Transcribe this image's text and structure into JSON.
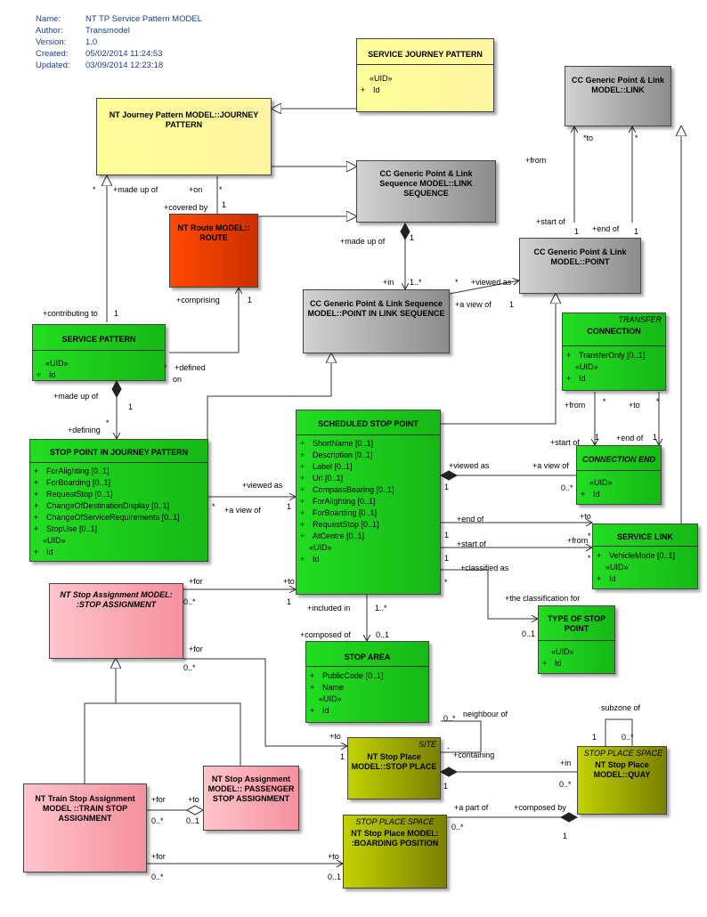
{
  "metadata": [
    {
      "key": "Name:",
      "value": "NT TP Service Pattern MODEL"
    },
    {
      "key": "Author:",
      "value": "Transmodel"
    },
    {
      "key": "Version:",
      "value": "1.0"
    },
    {
      "key": "Created:",
      "value": "05/02/2014 11:24:53"
    },
    {
      "key": "Updated:",
      "value": "03/09/2014 12:23:18"
    }
  ],
  "classes": {
    "service_journey_pattern": {
      "title": "SERVICE JOURNEY PATTERN",
      "uid": "«UID»",
      "id": "Id"
    },
    "journey_pattern": {
      "title": "NT Journey Pattern MODEL::JOURNEY PATTERN"
    },
    "cc_link": {
      "title": "CC Generic Point & Link MODEL::LINK"
    },
    "cc_link_sequence": {
      "title": "CC Generic Point & Link Sequence MODEL::LINK SEQUENCE"
    },
    "route": {
      "title": "NT Route MODEL:: ROUTE"
    },
    "cc_point": {
      "title": "CC Generic Point & Link MODEL::POINT"
    },
    "point_in_link_sequence": {
      "title": "CC Generic Point & Link Sequence MODEL::POINT IN LINK SEQUENCE"
    },
    "service_pattern": {
      "title": "SERVICE PATTERN",
      "uid": "«UID»",
      "id": "Id"
    },
    "transfer_connection": {
      "stereotype": "TRANSFER",
      "title": "CONNECTION",
      "attrs": [
        "TransferOnly [0..1]"
      ],
      "uid": "«UID»",
      "id": "Id"
    },
    "stop_point_in_jp": {
      "title": "STOP POINT IN JOURNEY PATTERN",
      "attrs": [
        "ForAlighting [0..1]",
        "ForBoarding [0..1]",
        "RequestStop [0..1]",
        "ChangeOfDestinationDisplay [0..1]",
        "ChangeOfServiceRequirements [0..1]",
        "StopUse [0..1]"
      ],
      "uid": "«UID»",
      "id": "Id"
    },
    "scheduled_stop_point": {
      "title": "SCHEDULED STOP POINT",
      "attrs": [
        "ShortName [0..1]",
        "Description [0..1]",
        "Label [0..1]",
        "Url [0..1]",
        "CompassBearing [0..1]",
        "ForAlighting [0..1]",
        "ForBoarding [0..1]",
        "RequestStop [0..1]",
        "AtCentre [0..1]"
      ],
      "uid": "«UID»",
      "id": "Id"
    },
    "connection_end": {
      "title": "CONNECTION END",
      "uid": "«UID»",
      "id": "Id"
    },
    "service_link": {
      "title": "SERVICE LINK",
      "attrs": [
        "VehicleMode [0..1]"
      ],
      "uid": "«UID»",
      "id": "Id"
    },
    "stop_assignment": {
      "title": "NT Stop Assignment MODEL: :STOP ASSIGNMENT"
    },
    "type_of_stop_point": {
      "title": "TYPE OF STOP POINT",
      "uid": "«UID»",
      "id": "Id"
    },
    "stop_area": {
      "title": "STOP AREA",
      "attrs": [
        "PublicCode [0..1]",
        "Name"
      ],
      "uid": "«UID»",
      "id": "Id"
    },
    "stop_place": {
      "stereotype": "SITE",
      "title": "NT Stop Place MODEL::STOP PLACE"
    },
    "quay": {
      "stereotype": "STOP PLACE SPACE",
      "title": "NT Stop Place MODEL::QUAY"
    },
    "train_stop_assignment": {
      "title": "NT Train Stop Assignment MODEL ::TRAIN STOP ASSIGNMENT"
    },
    "passenger_stop_assignment": {
      "title": "NT Stop Assignment MODEL:: PASSENGER STOP ASSIGNMENT"
    },
    "boarding_position": {
      "stereotype": "STOP PLACE SPACE",
      "title": "NT Stop Place MODEL: :BOARDING POSITION"
    }
  },
  "labels": [
    "*to",
    "*",
    "+from",
    "+start of",
    "1",
    "+end of",
    "1",
    "*",
    "+made up of",
    "+on",
    "*",
    "+covered by",
    "1",
    "+made up of",
    "1",
    "+in",
    "1..*",
    "*",
    "+viewed as",
    "+a view of",
    "1",
    "+contributing to",
    "1",
    "+comprising",
    "1",
    "*",
    "+defined",
    "on",
    "+made up of",
    "1",
    "+defining",
    "*",
    "+from",
    "*",
    "+to",
    "*",
    "+start of",
    "1",
    "+end of",
    "1",
    "+viewed as",
    "*",
    "+a view of",
    "1",
    "+viewed as",
    "+a view of",
    "1",
    "0..*",
    "+end of",
    "+to",
    "+start of",
    "+from",
    "*",
    "1",
    "1",
    "*",
    "+classified as",
    "*",
    "+the classification for",
    "0..1",
    "+for",
    "0..*",
    "+to",
    "1",
    "+included in",
    "1..*",
    "+composed of",
    "0..1",
    "+for",
    "0..*",
    "+to",
    "1",
    "0..*",
    "neighbour of",
    "-",
    "+containing",
    "subzone of",
    "1",
    "0..*",
    "+in",
    "0..*",
    "1",
    "+for",
    "0..*",
    "+to",
    "0..1",
    "+a part of",
    "0..*",
    "+composed by",
    "1",
    "+for",
    "0..*",
    "+to",
    "0..1"
  ]
}
